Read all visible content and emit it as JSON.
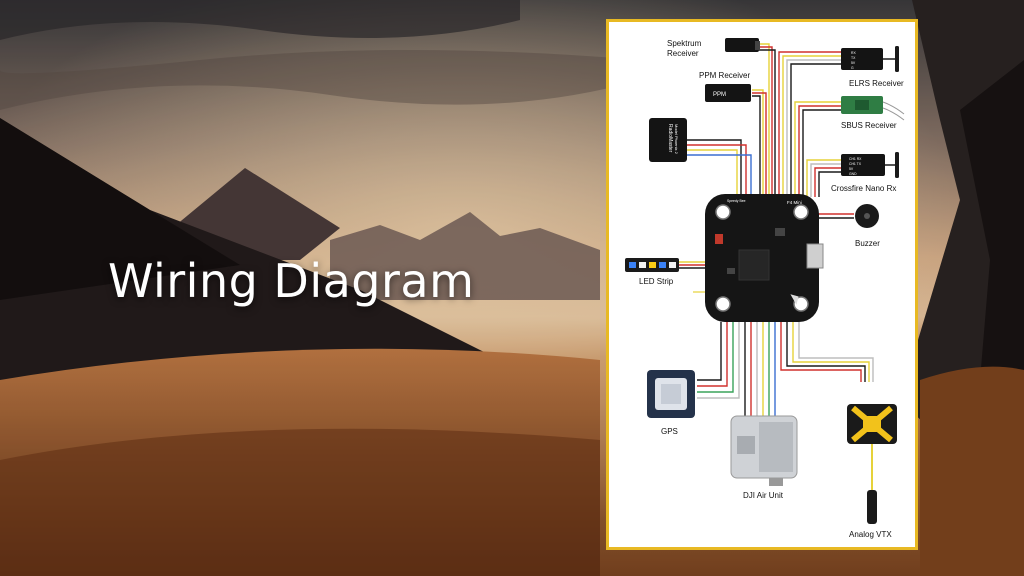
{
  "slide": {
    "title": "Wiring Diagram"
  },
  "diagram": {
    "flight_controller": {
      "brand": "Speedy Bee",
      "model": "F4 Mini"
    },
    "components": {
      "spektrum_receiver": "Spektrum\nReceiver",
      "ppm_receiver": "PPM Receiver",
      "elrs_receiver": "ELRS Receiver",
      "sbus_receiver": "SBUS Receiver",
      "crossfire_receiver": "Crossfire Nano Rx",
      "buzzer": "Buzzer",
      "led_strip": "LED Strip",
      "gps": "GPS",
      "dji_air_unit": "DJI Air Unit",
      "analog_vtx": "Analog VTX"
    },
    "module_text": {
      "ppm": "PPM",
      "mambo_brand": "RadioMaster",
      "mambo_model": "Model Phoenix 2",
      "elrs_pins": [
        "RX",
        "TX",
        "5V",
        "G"
      ],
      "crossfire_pins": [
        "CH1 RX",
        "CH1 TX",
        "5V",
        "GND"
      ]
    },
    "wire_colors": {
      "red": "#d0312d",
      "black": "#1a1a1a",
      "yellow": "#e6d23a",
      "white": "#bdbdbd",
      "green": "#3aa35a",
      "blue": "#3b6fd1"
    },
    "frame_color": "#e8b923"
  }
}
